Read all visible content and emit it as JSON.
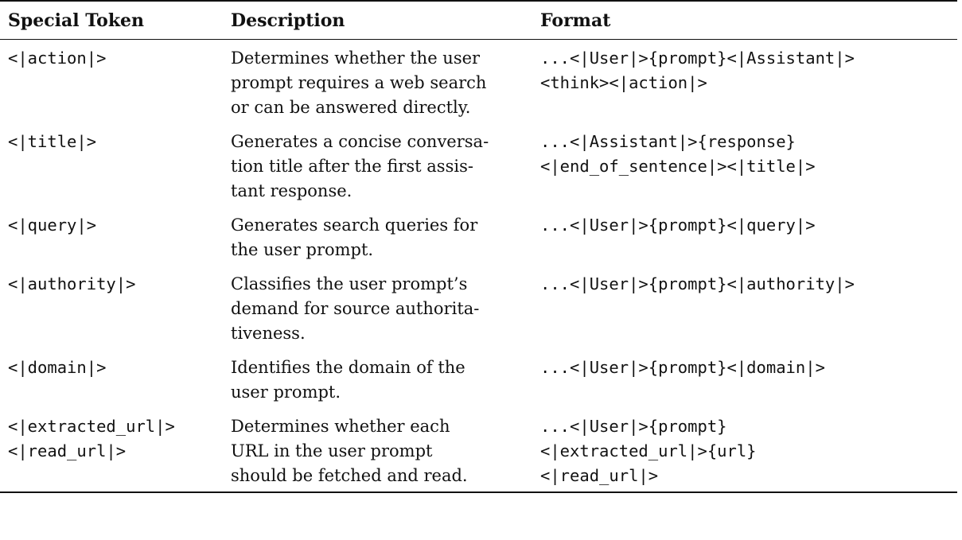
{
  "headers": {
    "token": "Special Token",
    "description": "Description",
    "format": "Format"
  },
  "rows": [
    {
      "token": [
        "<|action|>"
      ],
      "description": [
        "Determines whether the user",
        "prompt requires a web search",
        "or can be answered directly."
      ],
      "format": [
        "...<|User|>{prompt}<|Assistant|>",
        "<think><|action|>"
      ]
    },
    {
      "token": [
        "<|title|>"
      ],
      "description": [
        "Generates a concise conversa-",
        "tion title after the first assis-",
        "tant response."
      ],
      "format": [
        "...<|Assistant|>{response}",
        "<|end_of_sentence|><|title|>"
      ]
    },
    {
      "token": [
        "<|query|>"
      ],
      "description": [
        "Generates search queries for",
        "the user prompt."
      ],
      "format": [
        "...<|User|>{prompt}<|query|>"
      ]
    },
    {
      "token": [
        "<|authority|>"
      ],
      "description": [
        "Classifies the user prompt’s",
        "demand for source authorita-",
        "tiveness."
      ],
      "format": [
        "...<|User|>{prompt}<|authority|>"
      ]
    },
    {
      "token": [
        "<|domain|>"
      ],
      "description": [
        "Identifies the domain of the",
        "user prompt."
      ],
      "format": [
        "...<|User|>{prompt}<|domain|>"
      ]
    },
    {
      "token": [
        "<|extracted_url|>",
        "<|read_url|>"
      ],
      "description": [
        "Determines   whether   each",
        "URL in the user prompt",
        "should be fetched and read."
      ],
      "format": [
        "...<|User|>{prompt}",
        "<|extracted_url|>{url}",
        "<|read_url|>"
      ]
    }
  ]
}
